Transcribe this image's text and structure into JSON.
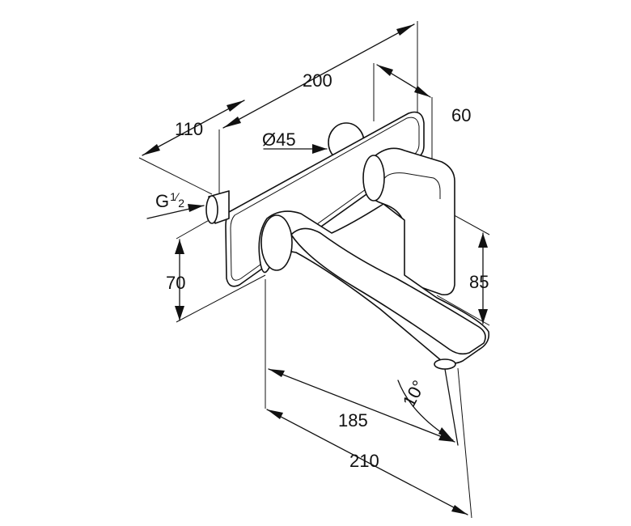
{
  "drawing": {
    "dimensions": {
      "overall_depth": "200",
      "connection_offset": "110",
      "handle_depth": "60",
      "rosette_diameter": "Ø45",
      "thread": "G½",
      "thread_main": "G",
      "thread_num": "1",
      "thread_den": "2",
      "rosette_height": "70",
      "spout_height": "85",
      "spout_reach": "185",
      "total_reach": "210",
      "spout_angle": "10°"
    }
  }
}
